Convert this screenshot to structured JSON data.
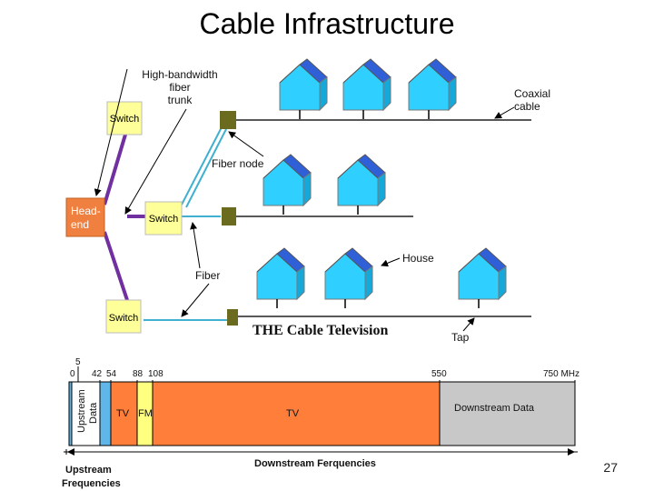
{
  "slide": {
    "title": "Cable Infrastructure",
    "page_number": "27"
  },
  "network": {
    "headend_line1": "Head-",
    "headend_line2": "end",
    "switch_label": "Switch",
    "switch_label_short": "Switch",
    "callout_trunk_line1": "High-bandwidth",
    "callout_trunk_line2": "fiber",
    "callout_trunk_line3": "trunk",
    "callout_fiber_node": "Fiber node",
    "callout_fiber": "Fiber",
    "callout_coax_line1": "Coaxial",
    "callout_coax_line2": "cable",
    "callout_house": "House",
    "callout_tap": "Tap",
    "caption": "THE Cable Television"
  },
  "spectrum": {
    "ticks": [
      "5",
      "0",
      "42",
      "54",
      "88",
      "108",
      "550",
      "750 MHz"
    ],
    "band_upstream_line1": "Upstream",
    "band_upstream_line2": "Data",
    "band_tv_low": "TV",
    "band_fm": "FM",
    "band_tv_high": "TV",
    "band_downstream": "Downstream Data",
    "upstream_freq_line1": "Upstream",
    "upstream_freq_line2": "Frequencies",
    "downstream_freq": "Downstream Ferquencies",
    "colors": {
      "upstream": "#ffffff",
      "guard": "#5fb6e8",
      "tv": "#ff7f3a",
      "fm": "#ffff80",
      "downstream": "#c8c8c8"
    }
  },
  "colors": {
    "trunk": "#7030a0",
    "switch": "#ffff99",
    "headend": "#f08040",
    "node": "#6b6b20",
    "house_wall": "#2fd0ff",
    "house_roof": "#3060d8"
  }
}
